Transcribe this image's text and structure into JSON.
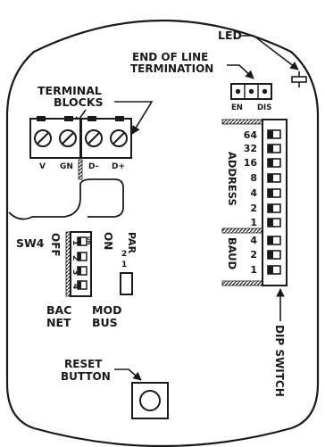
{
  "labels": {
    "led": "LED",
    "end_of_line_1": "END OF LINE",
    "end_of_line_2": "TERMINATION",
    "terminal_1": "TERMINAL",
    "terminal_2": "BLOCKS",
    "en": "EN",
    "dis": "DIS",
    "address": "ADDRESS",
    "baud": "BAUD",
    "dip_switch": "DIP SWITCH",
    "sw4": "SW4",
    "off": "OFF",
    "on": "ON",
    "par": "PAR",
    "bac_1": "BAC",
    "bac_2": "NET",
    "mod_1": "MOD",
    "mod_2": "BUS",
    "reset_1": "RESET",
    "reset_2": "BUTTON",
    "sw4_on_mark": "ON"
  },
  "terminals": [
    "V",
    "GN",
    "D-",
    "D+"
  ],
  "address_values": [
    "64",
    "32",
    "16",
    "8",
    "4",
    "2",
    "1"
  ],
  "baud_values": [
    "4",
    "2",
    "1"
  ],
  "par_values": [
    "2",
    "1"
  ],
  "sw4_positions": [
    "1",
    "2",
    "3",
    "4"
  ]
}
